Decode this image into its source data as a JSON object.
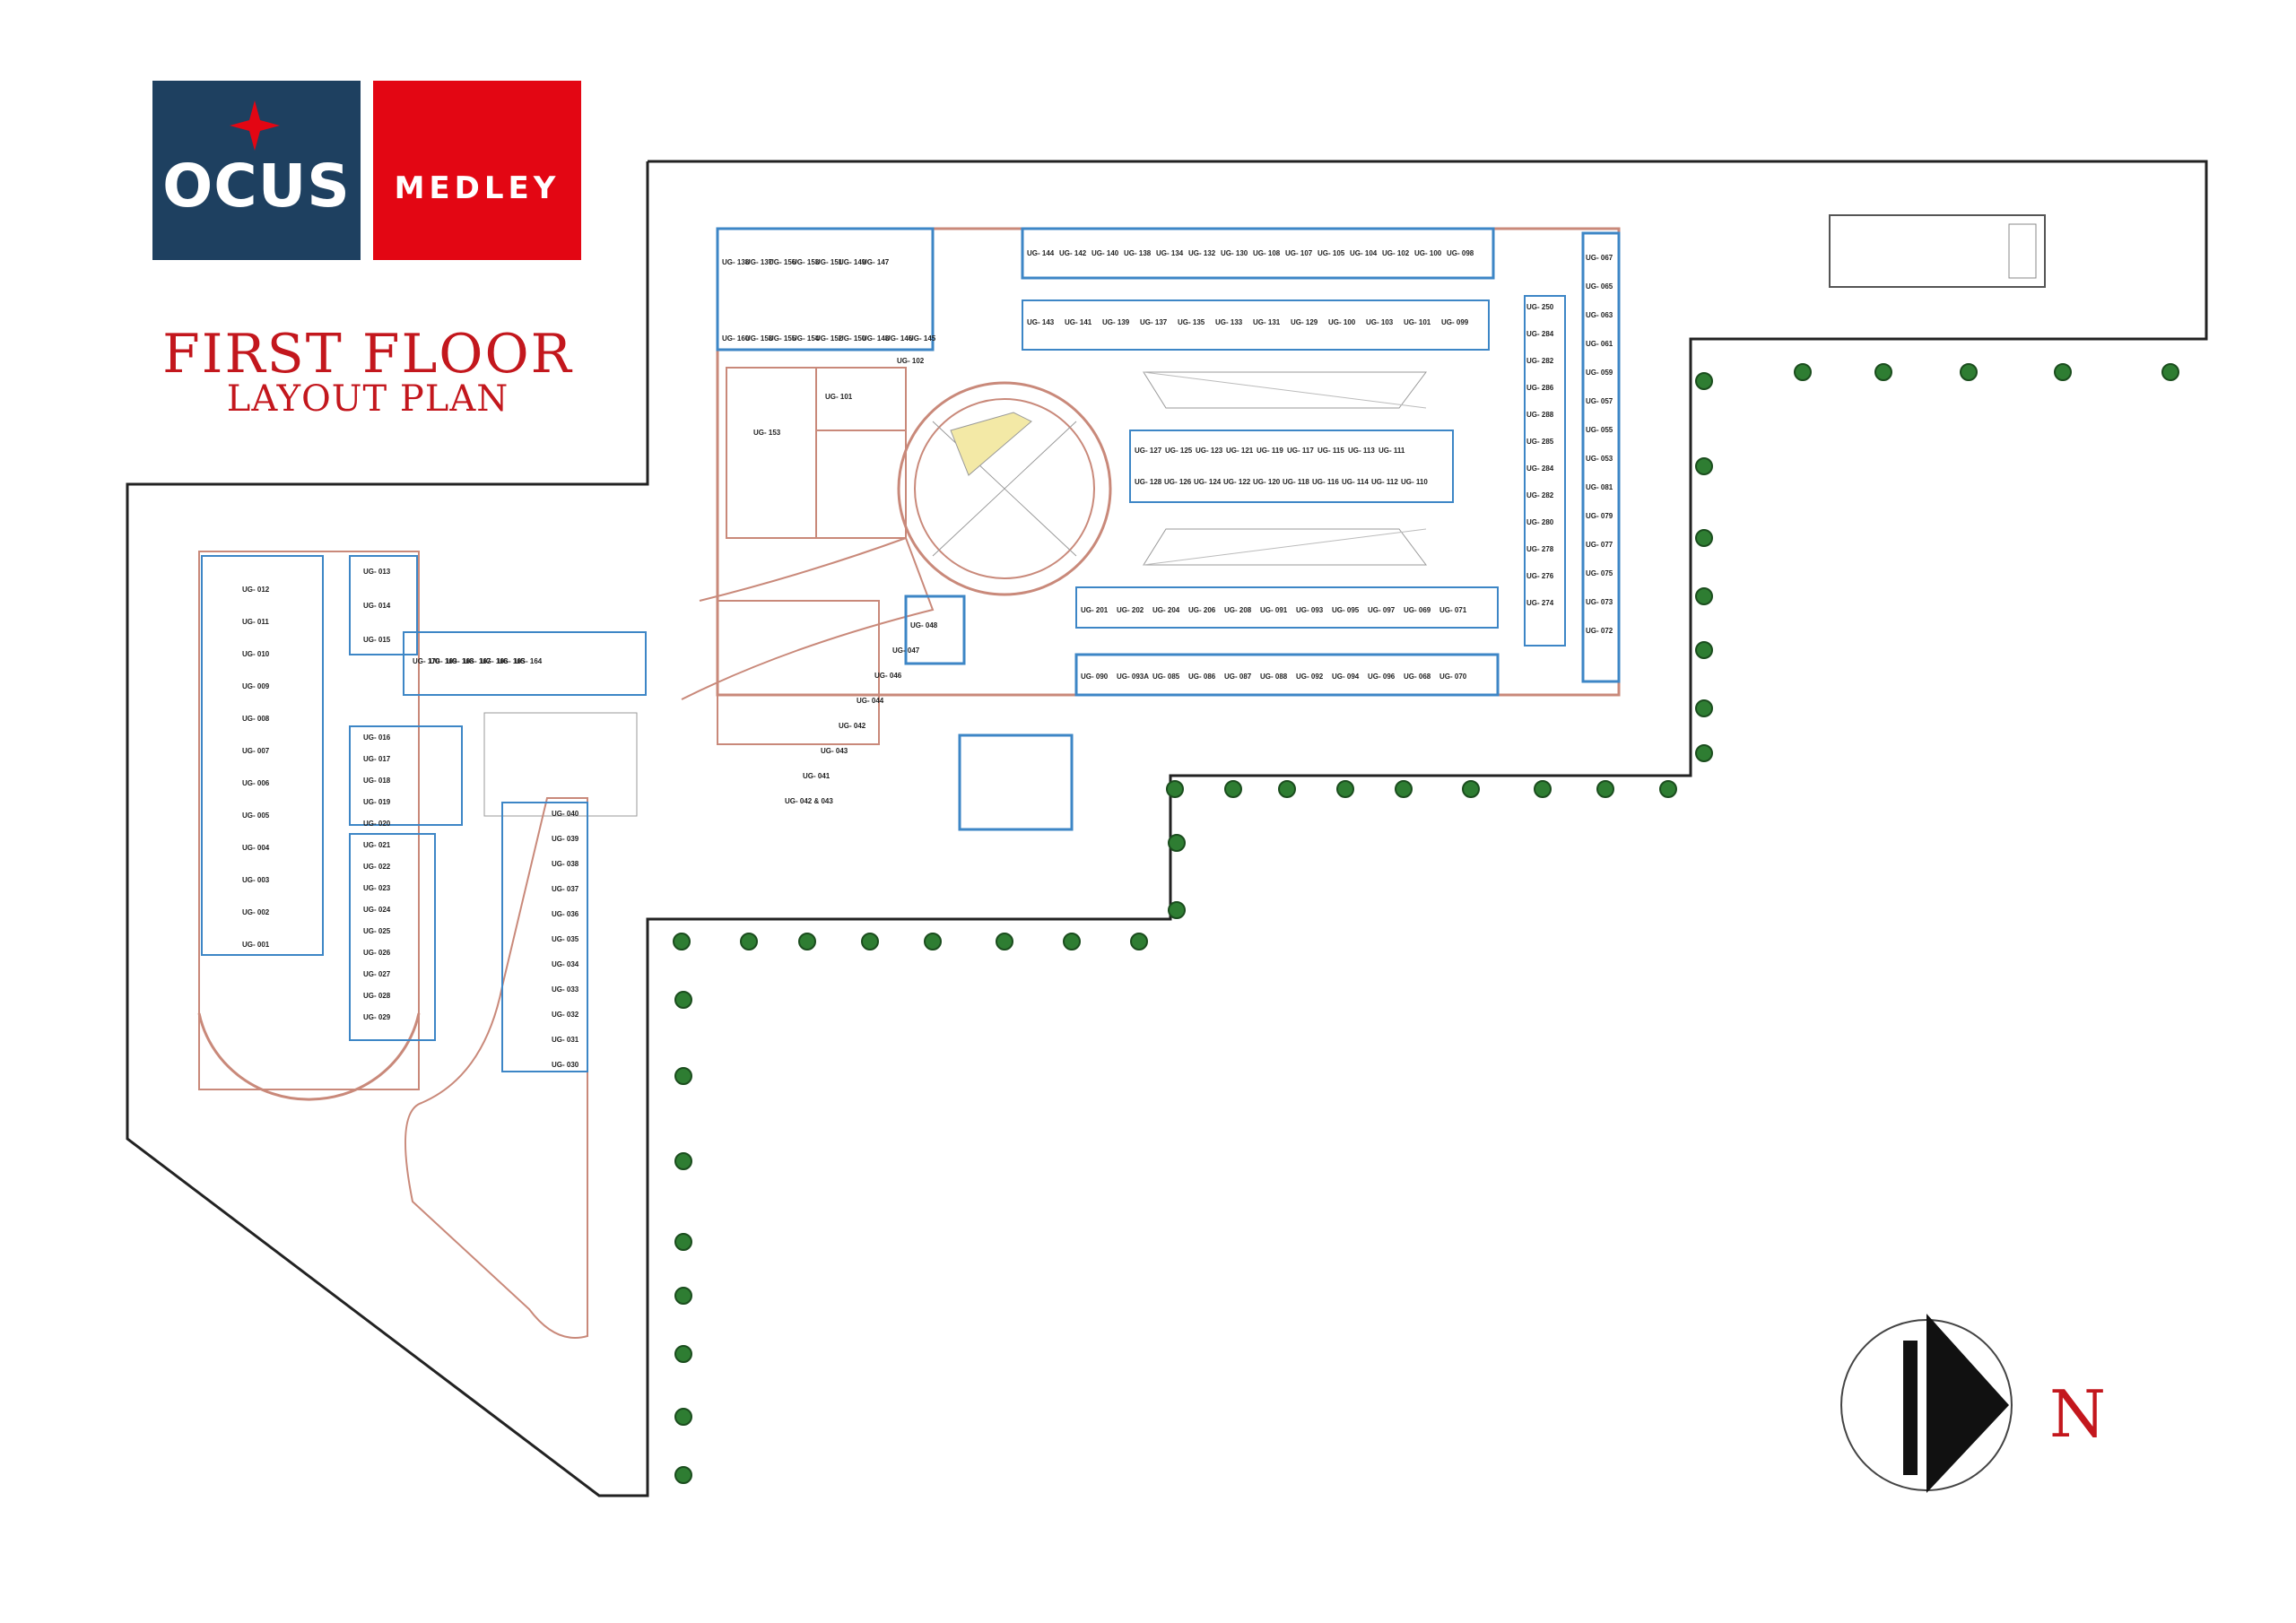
{
  "brand": {
    "ocus": "OCUS",
    "medley": "MEDLEY",
    "colors": {
      "navy": "#1e4060",
      "red": "#e30613",
      "title_red": "#c3171d",
      "unit_blue": "#3d86c6",
      "tree_green": "#2e7d32"
    }
  },
  "title": {
    "line1": "FIRST FLOOR",
    "line2": "LAYOUT PLAN"
  },
  "compass": {
    "letter": "N",
    "icon": "north-arrow-icon"
  },
  "units": {
    "north_top_row": [
      "UG- 138",
      "UG- 137",
      "UG- 156",
      "UG- 153",
      "UG- 151",
      "UG- 149",
      "UG- 147"
    ],
    "north_second_row": [
      "UG- 160",
      "UG- 158",
      "UG- 155",
      "UG- 154",
      "UG- 152",
      "UG- 150",
      "UG- 148",
      "UG- 146",
      "UG- 145"
    ],
    "east_top_row": [
      "UG- 144",
      "UG- 142",
      "UG- 140",
      "UG- 138",
      "UG- 134",
      "UG- 132",
      "UG- 130",
      "UG- 108",
      "UG- 107",
      "UG- 105",
      "UG- 104",
      "UG- 102",
      "UG- 100",
      "UG- 098"
    ],
    "east_second_row": [
      "UG- 143",
      "UG- 141",
      "UG- 139",
      "UG- 137",
      "UG- 135",
      "UG- 133",
      "UG- 131",
      "UG- 129",
      "UG- 100",
      "UG- 103",
      "UG- 101",
      "UG- 099"
    ],
    "inner_row_a": [
      "UG- 127",
      "UG- 125",
      "UG- 123",
      "UG- 121",
      "UG- 119",
      "UG- 117",
      "UG- 115",
      "UG- 113",
      "UG- 111"
    ],
    "inner_row_b": [
      "UG- 128",
      "UG- 126",
      "UG- 124",
      "UG- 122",
      "UG- 120",
      "UG- 118",
      "UG- 116",
      "UG- 114",
      "UG- 112",
      "UG- 110"
    ],
    "south_row_a": [
      "UG- 201",
      "UG- 202",
      "UG- 204",
      "UG- 206",
      "UG- 208",
      "UG- 091",
      "UG- 093",
      "UG- 095",
      "UG- 097",
      "UG- 069",
      "UG- 071"
    ],
    "south_row_b": [
      "UG- 090",
      "UG- 093A",
      "UG- 085",
      "UG- 086",
      "UG- 087",
      "UG- 088",
      "UG- 092",
      "UG- 094",
      "UG- 096",
      "UG- 068",
      "UG- 070"
    ],
    "east_column_a": [
      "UG- 250",
      "UG- 284",
      "UG- 282",
      "UG- 286",
      "UG- 288",
      "UG- 285",
      "UG- 284",
      "UG- 282",
      "UG- 280",
      "UG- 278",
      "UG- 276",
      "UG- 274"
    ],
    "east_column_b": [
      "UG- 067",
      "UG- 065",
      "UG- 063",
      "UG- 061",
      "UG- 059",
      "UG- 057",
      "UG- 055",
      "UG- 053",
      "UG- 081",
      "UG- 079",
      "UG- 077",
      "UG- 075",
      "UG- 073",
      "UG- 072"
    ],
    "anchors": [
      "UG- 153",
      "UG- 101",
      "UG- 102"
    ],
    "west_left_column": [
      "UG- 012",
      "UG- 011",
      "UG- 010",
      "UG- 009",
      "UG- 008",
      "UG- 007",
      "UG- 006",
      "UG- 005",
      "UG- 004",
      "UG- 003",
      "UG- 002",
      "UG- 001"
    ],
    "west_right_column": [
      "UG- 013",
      "UG- 014",
      "UG- 015"
    ],
    "west_corridor_row": [
      "UG- 170",
      "UG- 169",
      "UG- 168",
      "UG- 167",
      "UG- 166",
      "UG- 165",
      "UG- 164"
    ],
    "west_inner_block": [
      "UG- 016",
      "UG- 017",
      "UG- 018",
      "UG- 019",
      "UG- 020",
      "UG- 021",
      "UG- 022",
      "UG- 023",
      "UG- 024",
      "UG- 025",
      "UG- 026",
      "UG- 027",
      "UG- 028",
      "UG- 029"
    ],
    "curve_block": [
      "UG- 040",
      "UG- 039",
      "UG- 038",
      "UG- 037",
      "UG- 036",
      "UG- 035",
      "UG- 034",
      "UG- 033",
      "UG- 032",
      "UG- 031",
      "UG- 030"
    ],
    "center_south": [
      "UG- 048",
      "UG- 047",
      "UG- 046",
      "UG- 044",
      "UG- 042",
      "UG- 043",
      "UG- 041",
      "UG- 042 & 043"
    ]
  }
}
